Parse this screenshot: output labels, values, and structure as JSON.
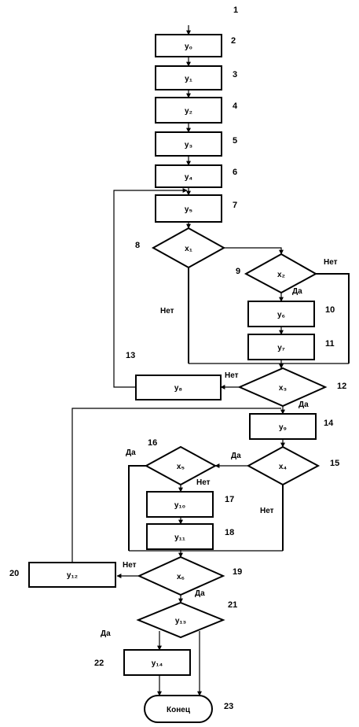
{
  "diagram": {
    "blocks": {
      "b2": {
        "label": "y₀",
        "num": "2"
      },
      "b3": {
        "label": "y₁",
        "num": "3"
      },
      "b4": {
        "label": "y₂",
        "num": "4"
      },
      "b5": {
        "label": "y₃",
        "num": "5"
      },
      "b6": {
        "label": "y₄",
        "num": "6"
      },
      "b7": {
        "label": "y₅",
        "num": "7"
      },
      "b10": {
        "label": "y₆",
        "num": "10"
      },
      "b11": {
        "label": "y₇",
        "num": "11"
      },
      "b13": {
        "label": "y₈",
        "num": "13"
      },
      "b14": {
        "label": "y₉",
        "num": "14"
      },
      "b17": {
        "label": "y₁₀",
        "num": "17"
      },
      "b18": {
        "label": "y₁₁",
        "num": "18"
      },
      "b20": {
        "label": "y₁₂",
        "num": "20"
      },
      "b22": {
        "label": "y₁₄",
        "num": "22"
      }
    },
    "decisions": {
      "d8": {
        "label": "x₁",
        "num": "8"
      },
      "d9": {
        "label": "x₂",
        "num": "9"
      },
      "d12": {
        "label": "x₃",
        "num": "12"
      },
      "d15": {
        "label": "x₄",
        "num": "15"
      },
      "d16": {
        "label": "x₅",
        "num": "16"
      },
      "d19": {
        "label": "x₆",
        "num": "19"
      },
      "d21": {
        "label": "y₁₃",
        "num": "21"
      }
    },
    "start_num": "1",
    "end": {
      "label": "Конец",
      "num": "23"
    },
    "yes": "Да",
    "no": "Нет"
  }
}
